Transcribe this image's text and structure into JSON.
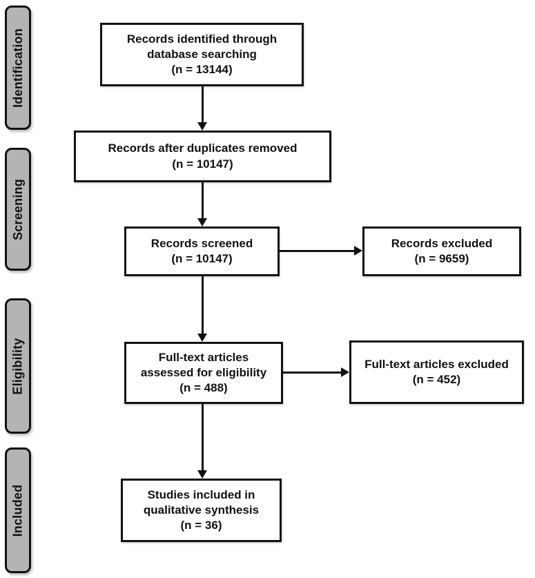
{
  "stages": [
    {
      "label": "Identification"
    },
    {
      "label": "Screening"
    },
    {
      "label": "Eligibility"
    },
    {
      "label": "Included"
    }
  ],
  "boxes": {
    "identified": {
      "text": "Records identified through\ndatabase searching\n(n = 13144)"
    },
    "duplicates_removed": {
      "text": "Records after duplicates removed\n(n = 10147)"
    },
    "screened": {
      "text": "Records screened\n(n = 10147)"
    },
    "records_excluded": {
      "text": "Records excluded\n(n = 9659)"
    },
    "fulltext_assessed": {
      "text": "Full-text articles\nassessed for eligibility\n(n = 488)"
    },
    "fulltext_excluded": {
      "text": "Full-text articles excluded\n(n = 452)"
    },
    "studies_included": {
      "text": "Studies included in\nqualitative synthesis\n(n = 36)"
    }
  },
  "colors": {
    "stage_fill": "#b4b4b4",
    "box_fill": "#ffffff",
    "line_color": "#111111",
    "text_color": "#111111",
    "page_bg": "#ffffff"
  }
}
